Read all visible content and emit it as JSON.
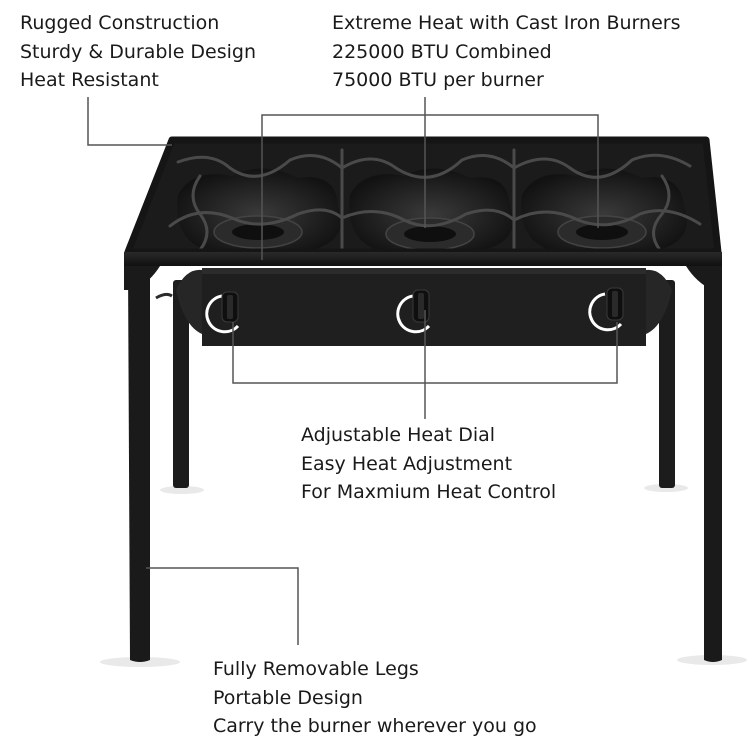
{
  "captions": {
    "top_left": [
      "Rugged Construction",
      "Sturdy & Durable Design",
      "Heat Resistant"
    ],
    "top_right": [
      "Extreme Heat with Cast Iron Burners",
      "225000 BTU Combined",
      "75000 BTU per burner"
    ],
    "middle": [
      "Adjustable Heat Dial",
      "Easy Heat Adjustment",
      "For Maxmium Heat Control"
    ],
    "bottom": [
      "Fully Removable Legs",
      "Portable Design",
      "Carry the burner wherever you go"
    ]
  },
  "product": {
    "burner_count": 3,
    "dial_count": 3,
    "leg_count": 4,
    "color": "#1e1e1e",
    "callout_line_color": "#555555"
  }
}
